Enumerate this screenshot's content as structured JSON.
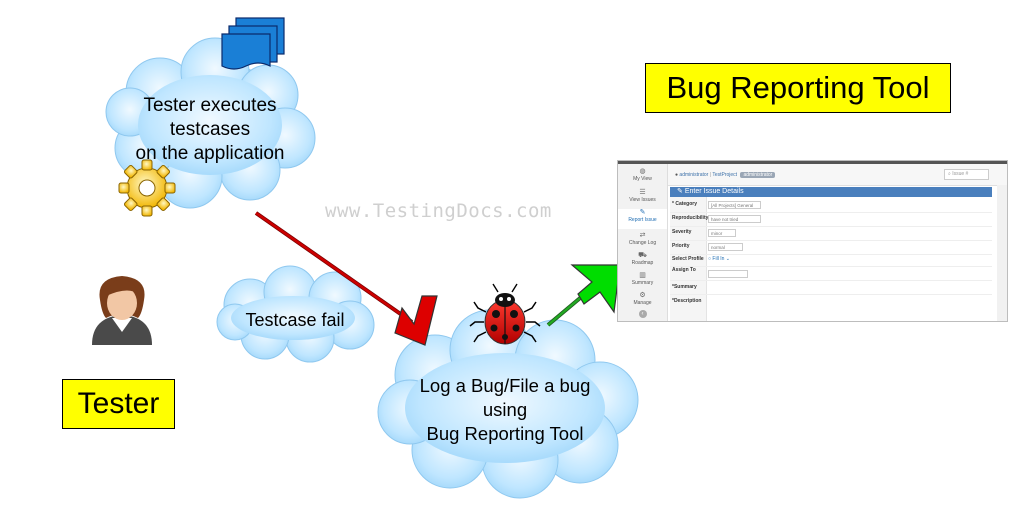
{
  "watermark": "www.TestingDocs.com",
  "title_box": "Bug Reporting Tool",
  "tester_box": "Tester",
  "cloud_execute": [
    "Tester executes",
    "testcases",
    "on the application"
  ],
  "cloud_fail": "Testcase fail",
  "cloud_log": [
    "Log a Bug/File a bug",
    "using",
    "Bug Reporting Tool"
  ],
  "colors": {
    "cloud_fill": "#bfe6ff",
    "cloud_stroke": "#8fc8ef",
    "label_fill": "#ffff00",
    "arrow_red": "#cc0000",
    "arrow_green": "#00cc00"
  },
  "screenshot": {
    "sidebar": [
      {
        "label": "My View",
        "icon": "dashboard-icon"
      },
      {
        "label": "View Issues",
        "icon": "list-icon"
      },
      {
        "label": "Report Issue",
        "icon": "edit-icon"
      },
      {
        "label": "Change Log",
        "icon": "retweet-icon"
      },
      {
        "label": "Roadmap",
        "icon": "road-icon"
      },
      {
        "label": "Summary",
        "icon": "bar-chart-icon"
      },
      {
        "label": "Manage",
        "icon": "gears-icon"
      }
    ],
    "user": "administrator",
    "project": "TestProject",
    "badge": "administrator",
    "search_placeholder": "Issue #",
    "form_title": "Enter Issue Details",
    "fields": [
      {
        "label": "* Category",
        "value": "[All Projects] General"
      },
      {
        "label": "Reproducibility",
        "value": "have not tried"
      },
      {
        "label": "Severity",
        "value": "minor"
      },
      {
        "label": "Priority",
        "value": "normal"
      },
      {
        "label": "Select Profile",
        "value": "Fill In"
      },
      {
        "label": "Assign To",
        "value": ""
      },
      {
        "label": "*Summary",
        "value": ""
      },
      {
        "label": "*Description",
        "value": ""
      }
    ]
  }
}
